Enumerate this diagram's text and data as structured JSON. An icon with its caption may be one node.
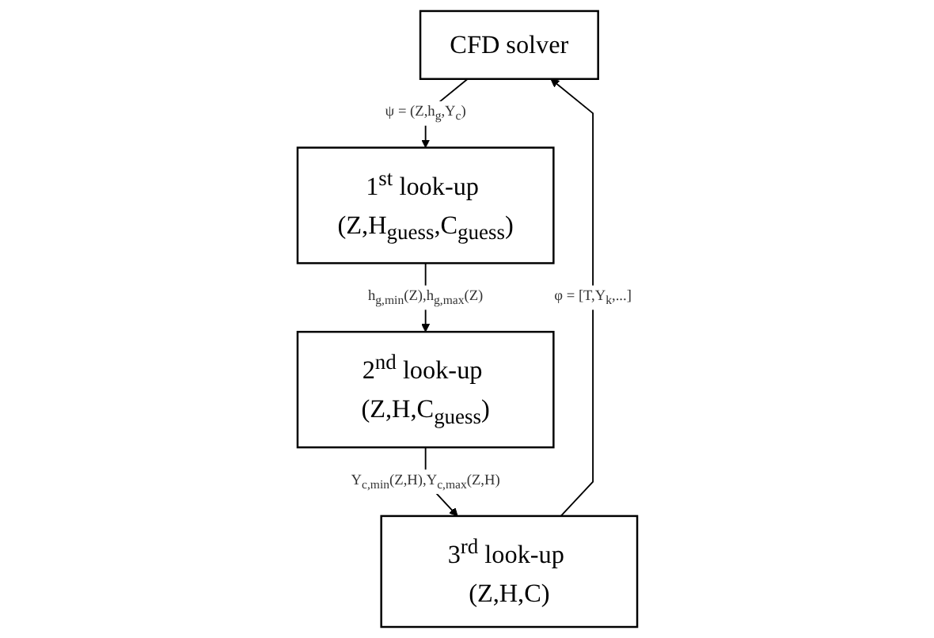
{
  "diagram": {
    "nodes": [
      {
        "text": [
          "CFD solver"
        ]
      },
      {
        "text": [
          "1$^{st}$ look-up (Z,H$_{guess}$,C$_{guess}$)"
        ]
      },
      {
        "text": [
          "2$^{nd}$ look-up (Z,H,C$_{guess}$)"
        ]
      },
      {
        "text": [
          "3$^{rd}$ look-up (Z,H,C)"
        ]
      }
    ],
    "edges": [
      {
        "from": 0,
        "to": 1,
        "arrow": "to",
        "label": "ψ = (Z,h$_{g}$,Y$_{c}$)"
      },
      {
        "from": 1,
        "to": 2,
        "arrow": "to",
        "label": "h$_{g,min}$(Z),h$_{g,max}$(Z)"
      },
      {
        "from": 2,
        "to": 3,
        "arrow": "to",
        "label": "Y$_{c,min}$(Z,H),Y$_{c,max}$(Z,H)"
      },
      {
        "from": 3,
        "to": 0,
        "arrow": "to",
        "label": "φ = [T,Y$_{k}$,...]"
      }
    ]
  }
}
